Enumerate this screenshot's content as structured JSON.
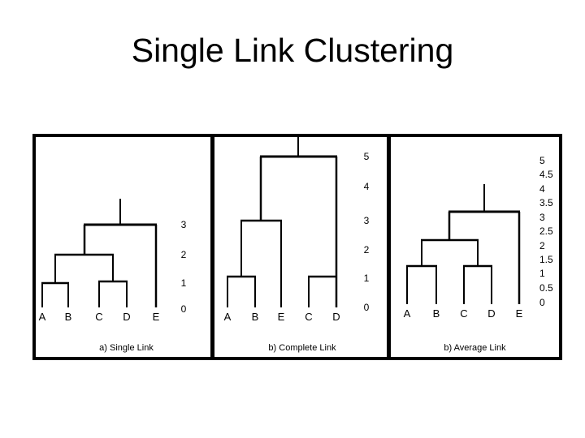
{
  "slide": {
    "title": "Single Link Clustering",
    "background_color": "#ffffff",
    "ink_color": "#000000"
  },
  "figure": {
    "border_color": "#000000",
    "panels": [
      {
        "id": "single-link",
        "caption": "a)  Single Link",
        "leaf_labels": [
          "A",
          "B",
          "C",
          "D",
          "E"
        ],
        "tick_labels": [
          "3",
          "2",
          "1",
          "0"
        ]
      },
      {
        "id": "complete-link",
        "caption": "b) Complete Link",
        "leaf_labels": [
          "A",
          "B",
          "E",
          "C",
          "D"
        ],
        "tick_labels": [
          "5",
          "4",
          "3",
          "2",
          "1",
          "0"
        ]
      },
      {
        "id": "average-link",
        "caption": "b) Average Link",
        "leaf_labels": [
          "A",
          "B",
          "C",
          "D",
          "E"
        ],
        "tick_labels": [
          "5",
          "4.5",
          "4",
          "3.5",
          "3",
          "2.5",
          "2",
          "1.5",
          "1",
          "0.5",
          "0"
        ]
      }
    ]
  },
  "chart_data": [
    {
      "type": "dendrogram",
      "title": "a)  Single Link",
      "xlabel": "",
      "ylabel": "",
      "leaves": [
        "A",
        "B",
        "C",
        "D",
        "E"
      ],
      "ylim": [
        0,
        3.5
      ],
      "yticks": [
        0,
        1,
        2,
        3
      ],
      "ytick_labels": [
        "0",
        "1",
        "2",
        "3"
      ],
      "grid": false,
      "merges": [
        {
          "left": "A",
          "right": "B",
          "height": 1
        },
        {
          "left": "C",
          "right": "D",
          "height": 1
        },
        {
          "left": "(A,B)",
          "right": "(C,D)",
          "height": 2
        },
        {
          "left": "((A,B),(C,D))",
          "right": "E",
          "height": 3
        }
      ]
    },
    {
      "type": "dendrogram",
      "title": "b) Complete Link",
      "xlabel": "",
      "ylabel": "",
      "leaves": [
        "A",
        "B",
        "E",
        "C",
        "D"
      ],
      "ylim": [
        0,
        6
      ],
      "yticks": [
        0,
        1,
        2,
        3,
        4,
        5
      ],
      "ytick_labels": [
        "0",
        "1",
        "2",
        "3",
        "4",
        "5"
      ],
      "grid": false,
      "merges": [
        {
          "left": "A",
          "right": "B",
          "height": 1
        },
        {
          "left": "C",
          "right": "D",
          "height": 1
        },
        {
          "left": "(A,B)",
          "right": "E",
          "height": 3
        },
        {
          "left": "((A,B),E)",
          "right": "(C,D)",
          "height": 5
        }
      ]
    },
    {
      "type": "dendrogram",
      "title": "b) Average Link",
      "xlabel": "",
      "ylabel": "",
      "leaves": [
        "A",
        "B",
        "C",
        "D",
        "E"
      ],
      "ylim": [
        0,
        5
      ],
      "yticks": [
        0,
        0.5,
        1,
        1.5,
        2,
        2.5,
        3,
        3.5,
        4,
        4.5,
        5
      ],
      "ytick_labels": [
        "0",
        "0.5",
        "1",
        "1.5",
        "2",
        "2.5",
        "3",
        "3.5",
        "4",
        "4.5",
        "5"
      ],
      "grid": false,
      "merges": [
        {
          "left": "A",
          "right": "B",
          "height": 1
        },
        {
          "left": "C",
          "right": "D",
          "height": 1
        },
        {
          "left": "(A,B)",
          "right": "(C,D)",
          "height": 2.5
        },
        {
          "left": "((A,B),(C,D))",
          "right": "E",
          "height": 3.5
        }
      ]
    }
  ]
}
